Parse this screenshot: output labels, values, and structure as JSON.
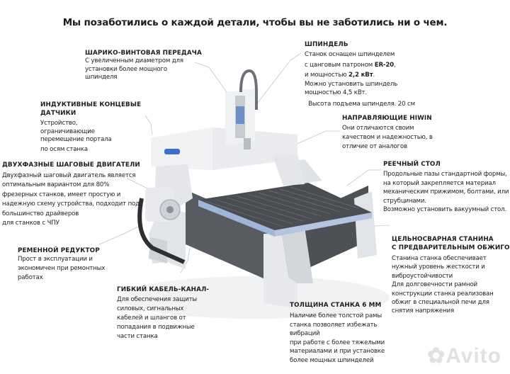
{
  "title": "Мы позаботились о каждой детали, чтобы вы не заботились ни о чем.",
  "blocks": {
    "ballscrew": {
      "heading": [
        "ШАРИКО-ВИНТОВАЯ ПЕРЕДАЧА"
      ],
      "lines": [
        "С увеличенным диаметром для",
        "установки более  мощного",
        "шпинделя"
      ]
    },
    "sensors": {
      "heading": [
        "ИНДУКТИВНЫЕ КОНЦЕВЫЕ",
        "ДАТЧИКИ"
      ],
      "lines": [
        "Устройство,",
        "ограничивающие",
        "перемещение портала",
        "по осям станка"
      ]
    },
    "motors": {
      "heading": [
        "ДВУХФАЗНЫЕ ШАГОВЫЕ ДВИГАТЕЛИ"
      ],
      "lines": [
        "Двухфазный шаговый двигатель является",
        "оптимальным вариантом для 80%",
        "фрезерных станков, имеет простую и",
        "надежную схему устройства, подходит  под",
        "большинство драйверов",
        "для станков с ЧПУ"
      ]
    },
    "reducer": {
      "heading": [
        "РЕМЕННОЙ РЕДУКТОР"
      ],
      "lines": [
        "Прост в эксплуатации и",
        "экономичен  при ремонтных",
        "работах"
      ]
    },
    "cable": {
      "heading": [
        "ГИБКИЙ КАБЕЛЬ-КАНАЛ-"
      ],
      "lines": [
        "Для обеспечения защиты",
        "силовых, сигнальных",
        "кабелей  и шлангов от",
        "попадания  в подвижные",
        "части станка"
      ]
    },
    "thickness": {
      "heading": [
        "ТОЛЩИНА СТАНКА 6 ММ"
      ],
      "lines": [
        "Наличие более толстой рамы",
        "станка  позволяет избежать",
        "вибраций",
        "при работе с более тяжелыми",
        "материалами и при установке",
        "более  мощных шпинделей"
      ]
    },
    "frame": {
      "heading": [
        "ЦЕЛЬНОСВАРНАЯ СТАНИНА",
        "С ПРЕДВАРИТЕЛЬНЫМ ОБЖИГОМ"
      ],
      "lines": [
        "Станина станка обеспечивает",
        "нужный  уровень жесткости и",
        "виброустойчивости",
        "Для долговечности рамной",
        "конструкции  станка реализован",
        "обжиг в специальной  печи для",
        "снятия напряжения"
      ]
    },
    "table": {
      "heading": [
        "РЕЕЧНЫЙ СТОЛ"
      ],
      "lines": [
        "Продольные пазы стандартной  формы,",
        "на который закрепляется  материал",
        "механическим прижимом,  болтами, или",
        "струбцинами.",
        " Возможно установить вакуумный  стол."
      ]
    },
    "rails": {
      "heading": [
        "НАПРАВЛЯЮЩИЕ HIWIN"
      ],
      "lines": [
        "Они отличаются своим",
        "качеством и надежностью,  в",
        "отличие от аналогов"
      ]
    },
    "spindle": {
      "heading": [
        "ШПИНДЕЛЬ"
      ],
      "lines": [
        "Станок оснащен шпинделем"
      ],
      "collet_prefix": " с цанговым патроном ",
      "collet": "ER-20",
      "collet_suffix": ",",
      "power_prefix": " и мощностью ",
      "power": "2,2 кВт",
      "power_suffix": ".",
      "extra": [
        "Можно установить шпиндель",
        "мощностью 4,5 кВт."
      ],
      "lift": "  Высота подъема шпинделя. 20 см"
    }
  },
  "watermark": "Avito",
  "colors": {
    "accent_blue": "#9fb6d8",
    "table_dark": "#4a4d52",
    "frame_light": "#e6e8eb"
  }
}
